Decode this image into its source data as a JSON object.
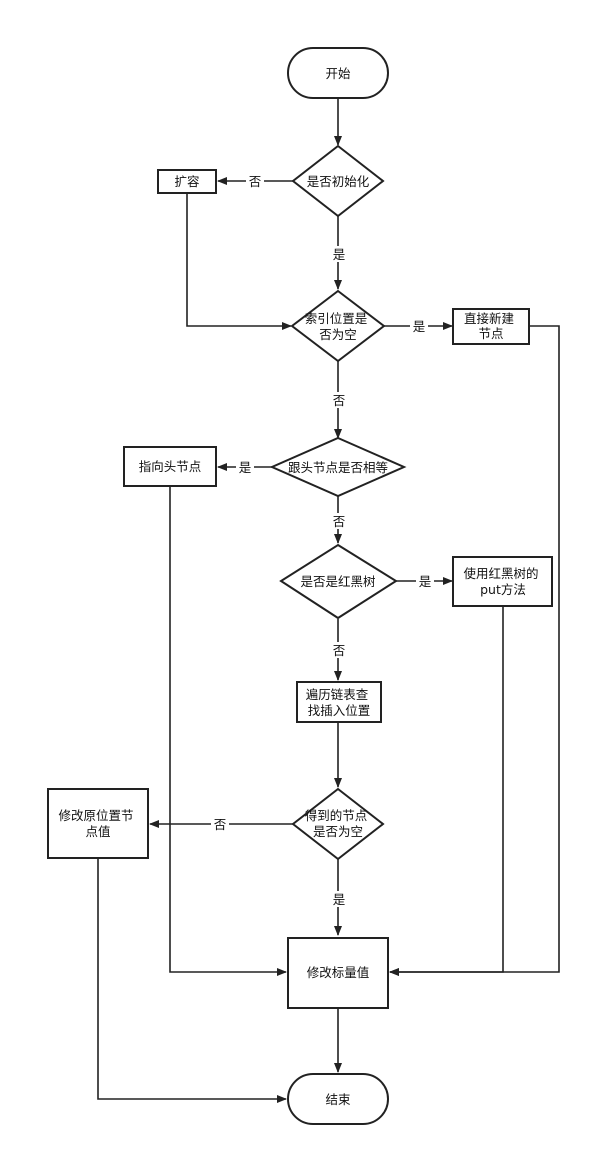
{
  "nodes": {
    "start": {
      "lines": [
        "开始"
      ]
    },
    "is_init": {
      "lines": [
        "是否初始化"
      ]
    },
    "resize": {
      "lines": [
        "扩容"
      ]
    },
    "index_empty": {
      "lines": [
        "索引位置是",
        "否为空"
      ]
    },
    "new_node": {
      "lines": [
        "直接新建",
        "节点"
      ]
    },
    "head_equal": {
      "lines": [
        "跟头节点是否相等"
      ]
    },
    "point_head": {
      "lines": [
        "指向头节点"
      ]
    },
    "is_rbtree": {
      "lines": [
        "是否是红黑树"
      ]
    },
    "rbtree_put": {
      "lines": [
        "使用红黑树的",
        "put方法"
      ]
    },
    "traverse": {
      "lines": [
        "遍历链表查",
        "找插入位置"
      ]
    },
    "node_empty": {
      "lines": [
        "得到的节点",
        "是否为空"
      ]
    },
    "modify_orig": {
      "lines": [
        "修改原位置节",
        "点值"
      ]
    },
    "modify_mark": {
      "lines": [
        "修改标量值"
      ]
    },
    "end": {
      "lines": [
        "结束"
      ]
    }
  },
  "edge_labels": {
    "yes": "是",
    "no": "否"
  }
}
